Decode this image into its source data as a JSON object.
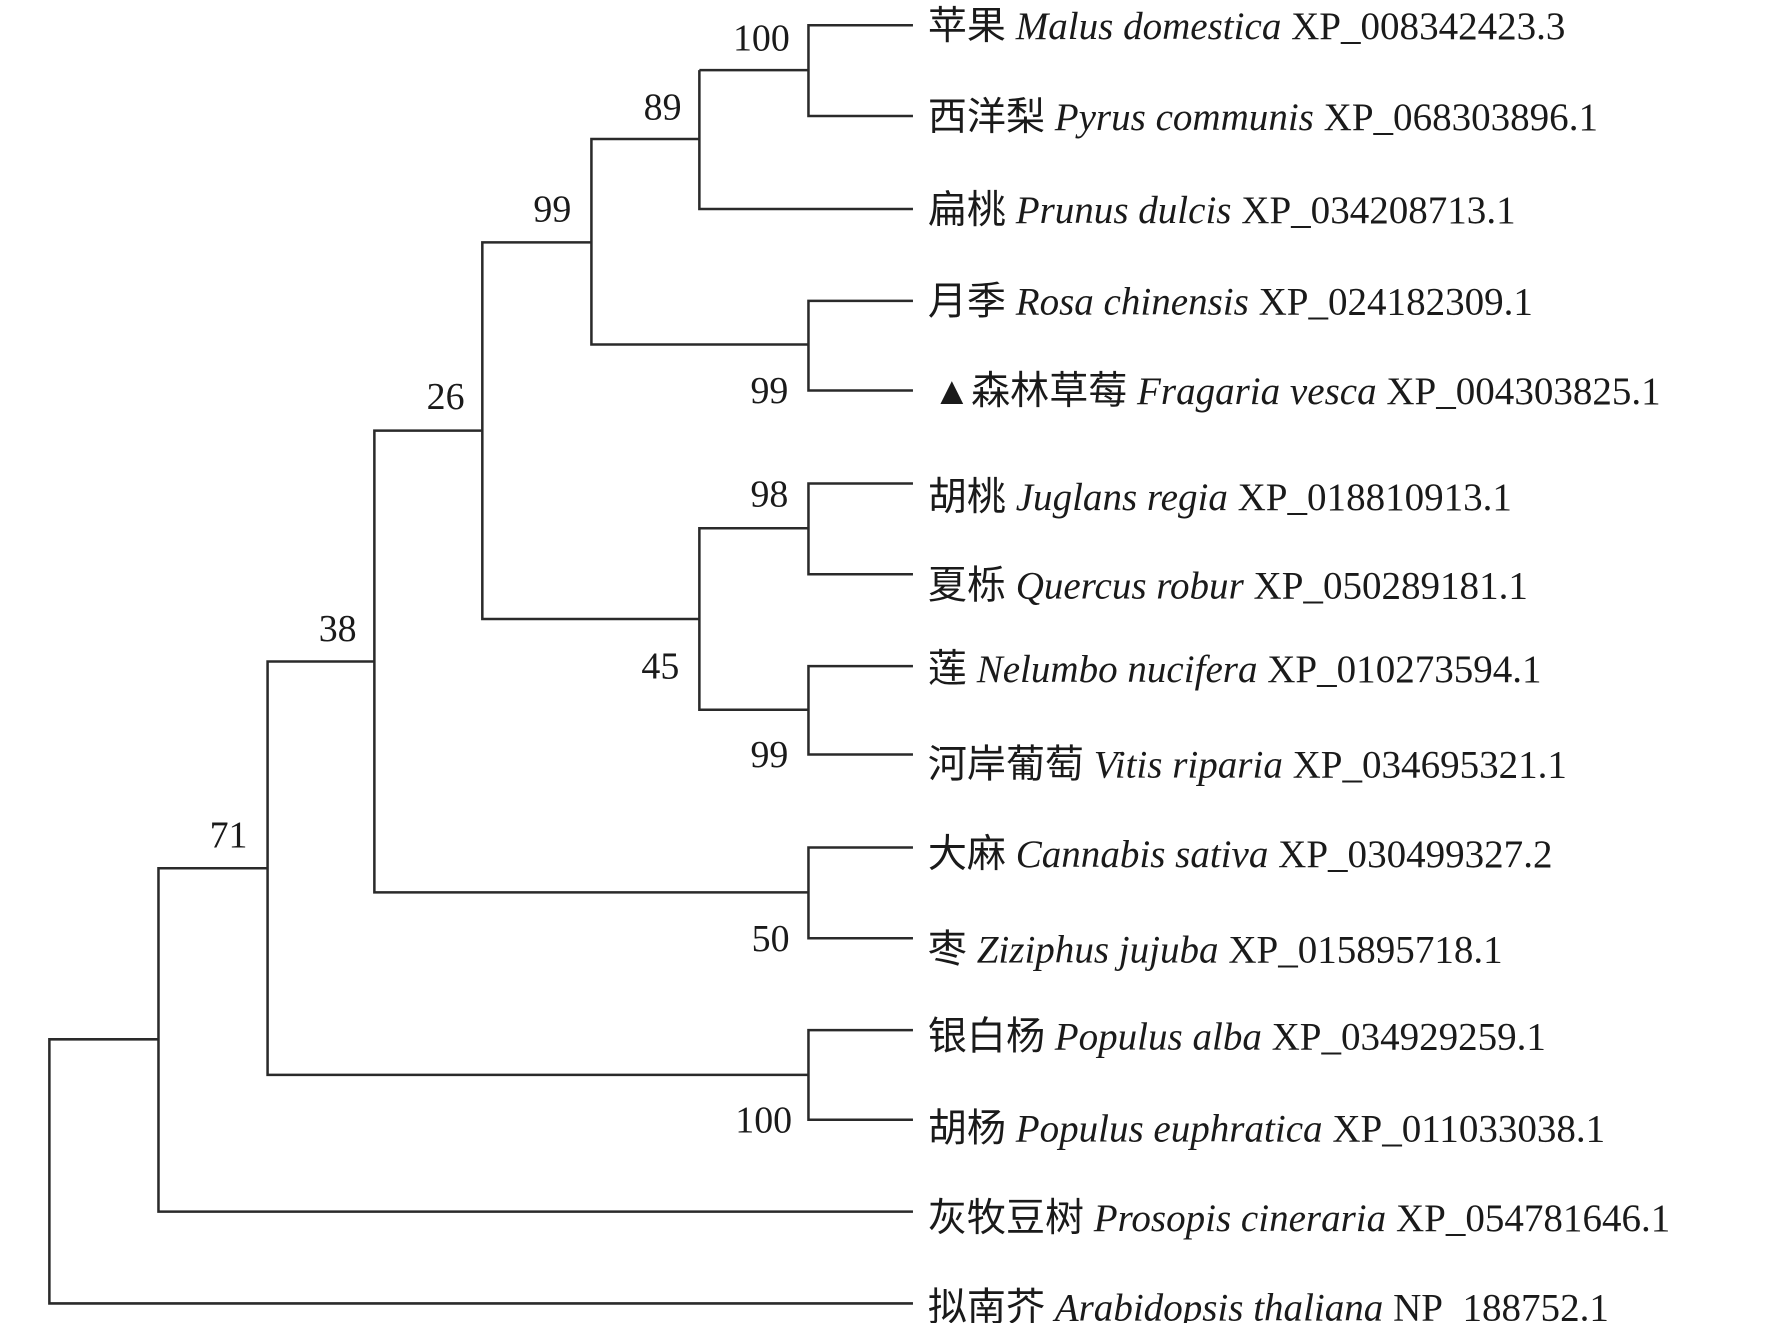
{
  "leaves": [
    {
      "cn": "苹果",
      "species": "Malus domestica",
      "acc": "XP_008342423.3"
    },
    {
      "cn": "西洋梨",
      "species": "Pyrus communis",
      "acc": "XP_068303896.1"
    },
    {
      "cn": "扁桃",
      "species": "Prunus dulcis",
      "acc": "XP_034208713.1"
    },
    {
      "cn": "月季",
      "species": "Rosa chinensis",
      "acc": "XP_024182309.1"
    },
    {
      "marker": "▲",
      "cn": "森林草莓",
      "species": "Fragaria vesca",
      "acc": "XP_004303825.1"
    },
    {
      "cn": "胡桃",
      "species": "Juglans regia",
      "acc": "XP_018810913.1"
    },
    {
      "cn": "夏栎",
      "species": "Quercus robur",
      "acc": "XP_050289181.1"
    },
    {
      "cn": "莲",
      "species": "Nelumbo nucifera",
      "acc": "XP_010273594.1"
    },
    {
      "cn": "河岸葡萄",
      "species": "Vitis riparia",
      "acc": "XP_034695321.1"
    },
    {
      "cn": "大麻",
      "species": "Cannabis sativa",
      "acc": "XP_030499327.2"
    },
    {
      "cn": "枣",
      "species": "Ziziphus jujuba",
      "acc": "XP_015895718.1"
    },
    {
      "cn": "银白杨",
      "species": "Populus alba",
      "acc": "XP_034929259.1"
    },
    {
      "cn": "胡杨",
      "species": "Populus euphratica",
      "acc": "XP_011033038.1"
    },
    {
      "cn": "灰牧豆树",
      "species": "Prosopis cineraria",
      "acc": "XP_054781646.1"
    },
    {
      "cn": "拟南芥",
      "species": "Arabidopsis thaliana",
      "acc": "NP_188752.1"
    }
  ],
  "bootstrap": {
    "malus_pyrus": "100",
    "maloideae_prunus": "89",
    "rosaceae": "99",
    "rosa_fragaria": "99",
    "juglans_quercus": "98",
    "nelumbo_vitis": "99",
    "clade_45": "45",
    "clade_26": "26",
    "cannabis_ziziphus": "50",
    "clade_38": "38",
    "populus": "100",
    "clade_71": "71"
  }
}
